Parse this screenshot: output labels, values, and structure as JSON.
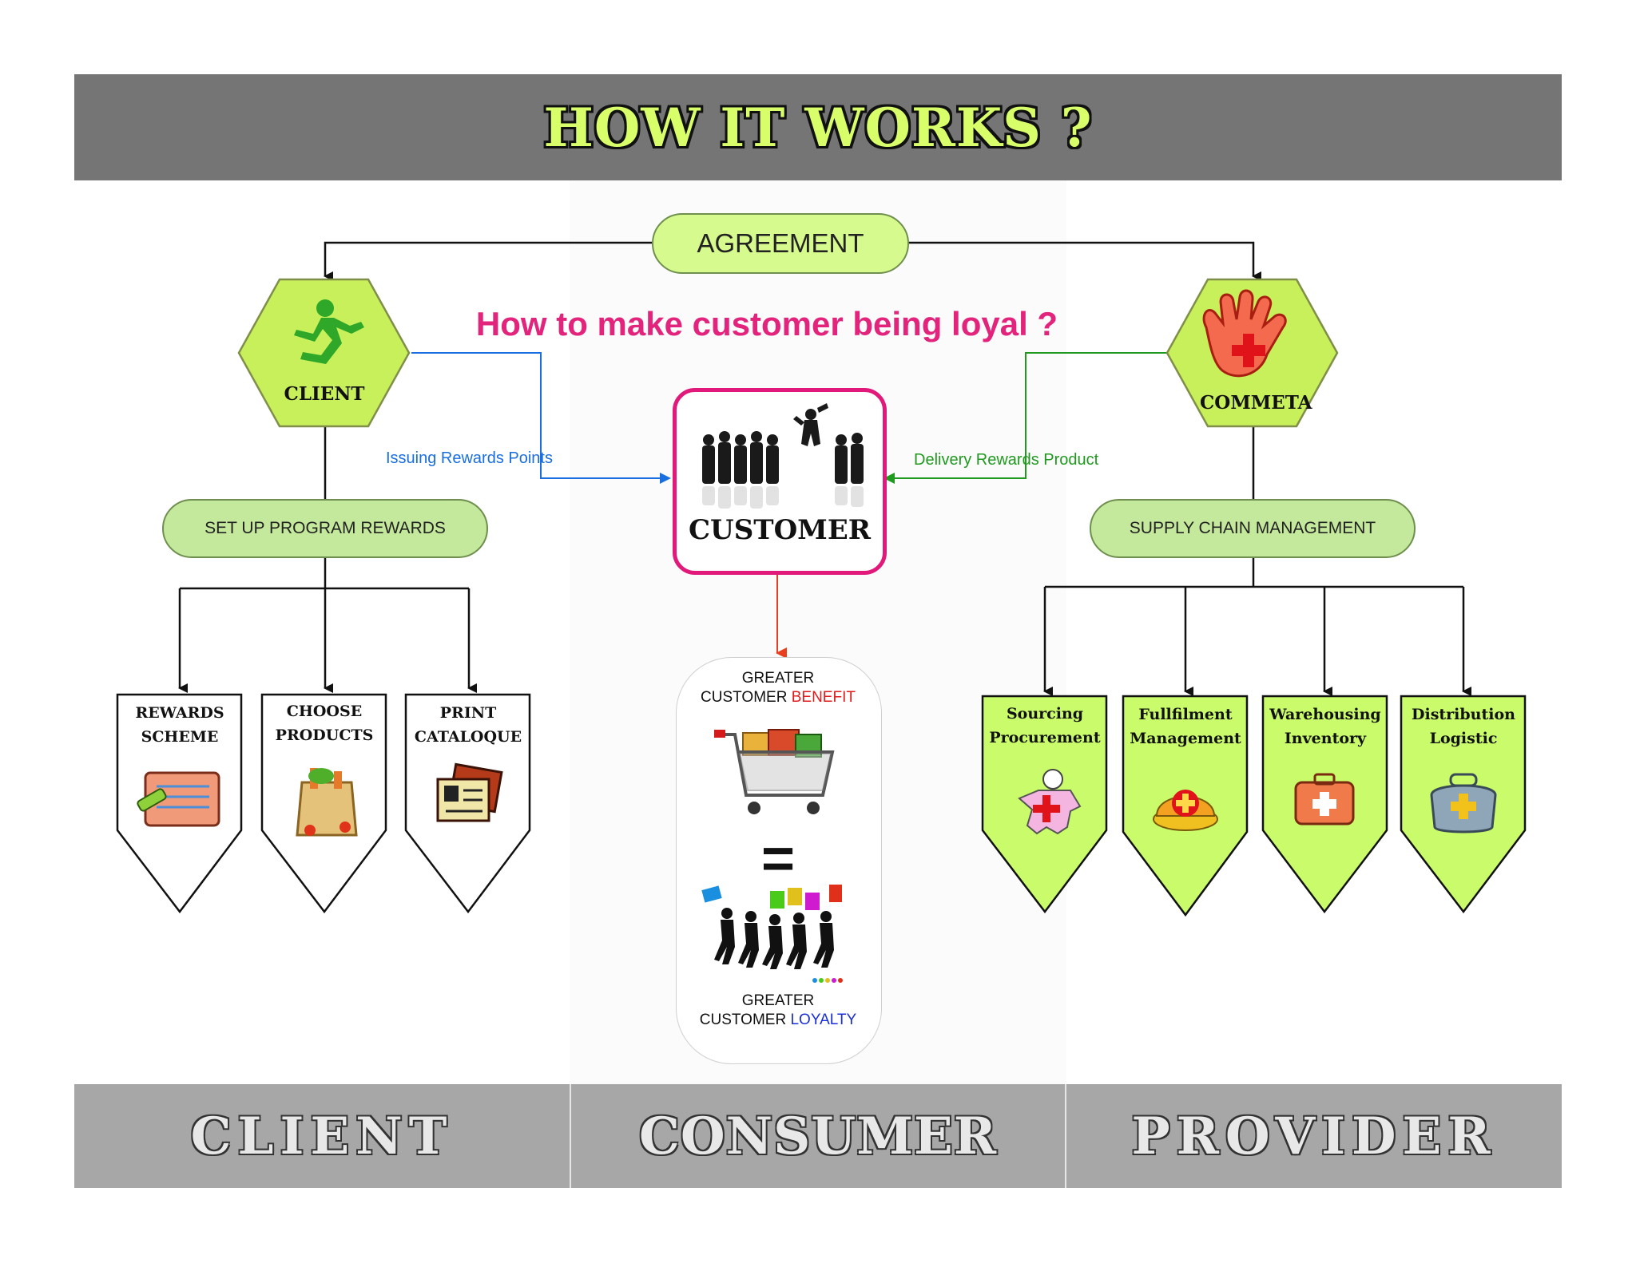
{
  "header": {
    "title": "HOW  IT  WORKS ?"
  },
  "agreement": {
    "label": "AGREEMENT"
  },
  "question": {
    "text": "How to make customer being loyal ?"
  },
  "client_node": {
    "label": "CLIENT",
    "icon": "running-man-icon"
  },
  "provider_node": {
    "label": "COMMETA",
    "icon": "hand-cross-icon"
  },
  "customer_node": {
    "label": "CUSTOMER",
    "icon": "crowd-silhouette-icon"
  },
  "flows": {
    "issuing": "Issuing Rewards Points",
    "delivery": "Delivery Rewards Product"
  },
  "client_program": {
    "label": "SET UP  PROGRAM REWARDS"
  },
  "supply_chain": {
    "label": "SUPPLY CHAIN MANAGEMENT"
  },
  "client_items": [
    {
      "line1": "REWARDS",
      "line2": "SCHEME",
      "icon": "notepad-pencil-icon"
    },
    {
      "line1": "CHOOSE",
      "line2": "PRODUCTS",
      "icon": "grocery-bag-icon"
    },
    {
      "line1": "PRINT",
      "line2": "CATALOQUE",
      "icon": "catalogue-cards-icon"
    }
  ],
  "provider_items": [
    {
      "line1": "Sourcing",
      "line2": "Procurement",
      "icon": "person-cross-icon"
    },
    {
      "line1": "Fullfilment",
      "line2": "Management",
      "icon": "helmet-cross-icon"
    },
    {
      "line1": "Warehousing",
      "line2": "Inventory",
      "icon": "medical-kit-icon"
    },
    {
      "line1": "Distribution",
      "line2": "Logistic",
      "icon": "medical-bag-icon"
    }
  ],
  "benefit": {
    "top_line1": "GREATER",
    "top_line2_prefix": "CUSTOMER ",
    "top_line2_highlight": "BENEFIT",
    "equals": "=",
    "bottom_line1": "GREATER",
    "bottom_line2_prefix": "CUSTOMER ",
    "bottom_line2_highlight": "LOYALTY",
    "top_icon": "shopping-cart-icon",
    "bottom_icon": "people-flags-icon"
  },
  "footer": {
    "client": "CLIENT",
    "consumer": "CONSUMER",
    "provider": "PROVIDER"
  },
  "colors": {
    "header_bg": "#757575",
    "header_text": "#d8ff6a",
    "hex_fill": "#c8f05a",
    "pill_fill": "#c4e89c",
    "shield_green": "#ccff66",
    "magenta": "#e0197a",
    "blue_flow": "#1a6fe0",
    "green_flow": "#1f9a1f",
    "red_arrow": "#e8401f",
    "benefit_red": "#e01b1b",
    "loyalty_blue": "#1b2fd8",
    "footer_bg": "#a7a7a7"
  }
}
